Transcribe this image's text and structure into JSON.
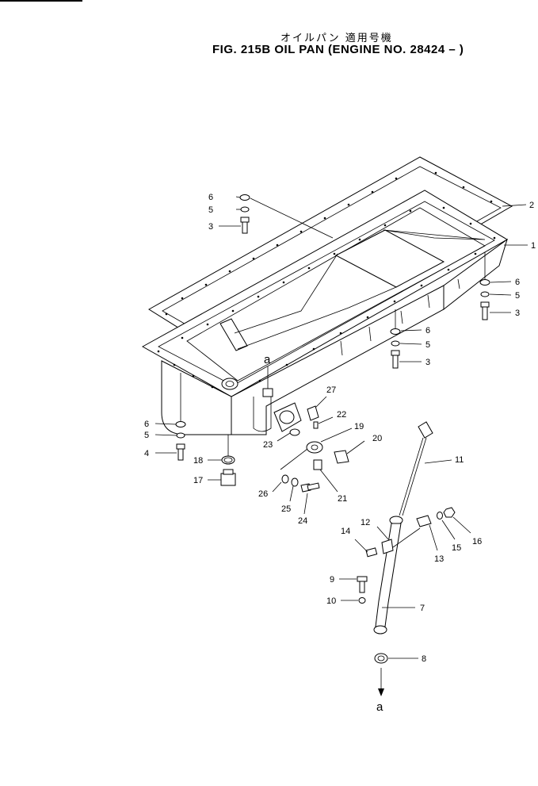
{
  "header": {
    "jp_title": "オイルパン 適用号機",
    "fig_title": "FIG. 215B  OIL PAN (ENGINE NO. 28424 – )"
  },
  "callouts": {
    "gasket": "2",
    "oil_pan": "1",
    "bolt_tl": "3",
    "washer5_tl": "5",
    "washer6_tl": "6",
    "bolt_r": "3",
    "washer5_r": "5",
    "washer6_r": "6",
    "bolt_m": "3",
    "washer5_m": "5",
    "washer6_m": "6",
    "bolt_l": "4",
    "washer5_l": "5",
    "washer6_l": "6",
    "oring": "18",
    "plug": "17",
    "cover": "23",
    "sleeve": "27",
    "pin": "22",
    "elbow": "19",
    "plug20": "20",
    "plug21": "21",
    "washer26": "26",
    "washer25": "25",
    "bolt24": "24",
    "dipstick": "11",
    "clamp12": "12",
    "bolt14": "14",
    "clip13": "13",
    "washer15": "15",
    "nut16": "16",
    "bolt9": "9",
    "washer10": "10",
    "guide7": "7",
    "seal8": "8",
    "ref_top": "a",
    "ref_bottom": "a"
  }
}
